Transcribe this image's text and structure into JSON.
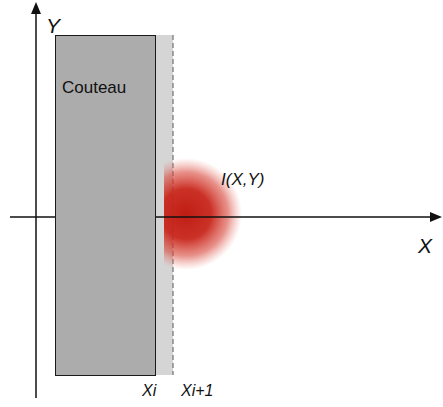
{
  "diagram": {
    "nodes": [
      {
        "text": [
          "Couteau"
        ]
      }
    ],
    "labels": [
      "Y",
      "I(X,Y)",
      "X",
      "Xi",
      "Xi+1"
    ]
  }
}
